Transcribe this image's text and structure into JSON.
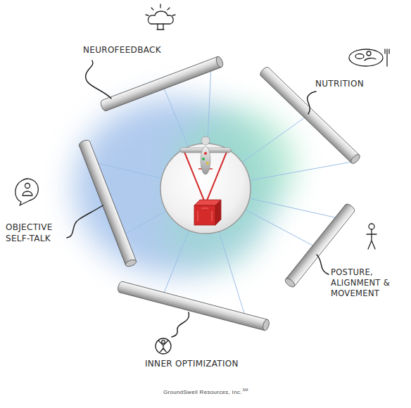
{
  "diagram": {
    "labels": [
      "NEUROFEEDBACK",
      "NUTRITION",
      "OBJECTIVE SELF-TALK",
      "POSTURE, ALIGNMENT & MOVEMENT",
      "INNER OPTIMIZATION",
      "GroundSwell Resources, Inc.",
      "SM"
    ]
  }
}
